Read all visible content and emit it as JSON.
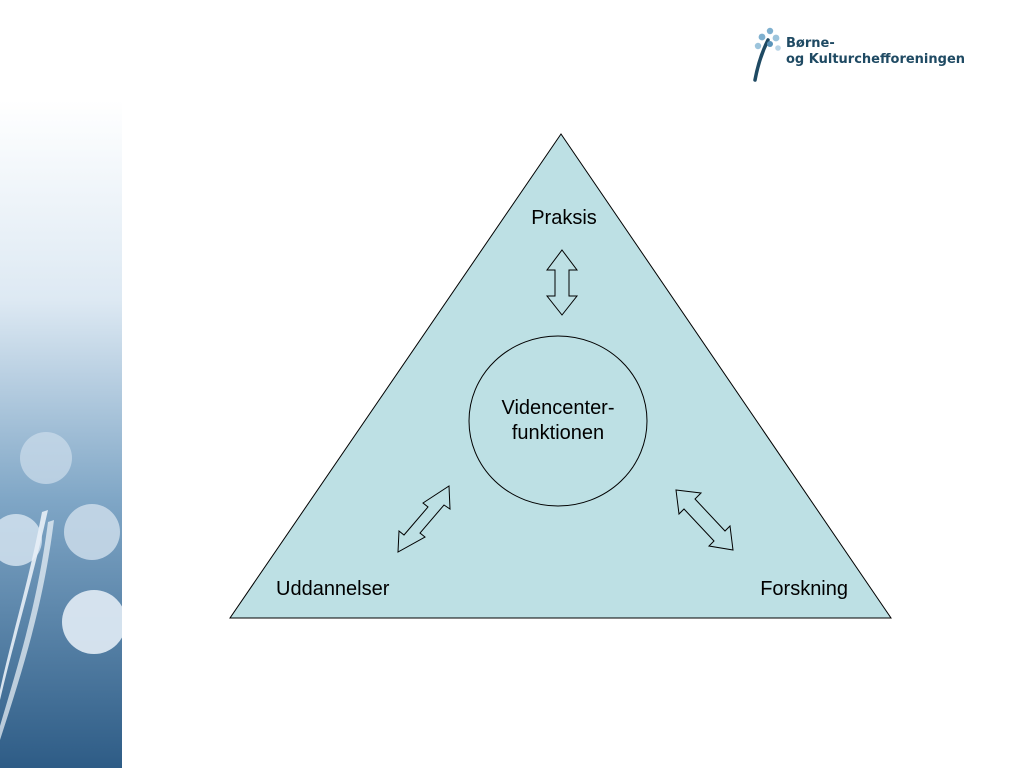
{
  "logo": {
    "line1": "Børne-",
    "line2": "og Kulturchefforeningen"
  },
  "diagram": {
    "top_node": "Praksis",
    "left_node": "Uddannelser",
    "right_node": "Forskning",
    "center_line1": "Videncenter-",
    "center_line2": "funktionen"
  },
  "colors": {
    "triangle_fill": "#bde0e4",
    "band_top": "#ffffff",
    "band_bottom": "#2e5c86",
    "logo_text": "#1f4a63"
  }
}
